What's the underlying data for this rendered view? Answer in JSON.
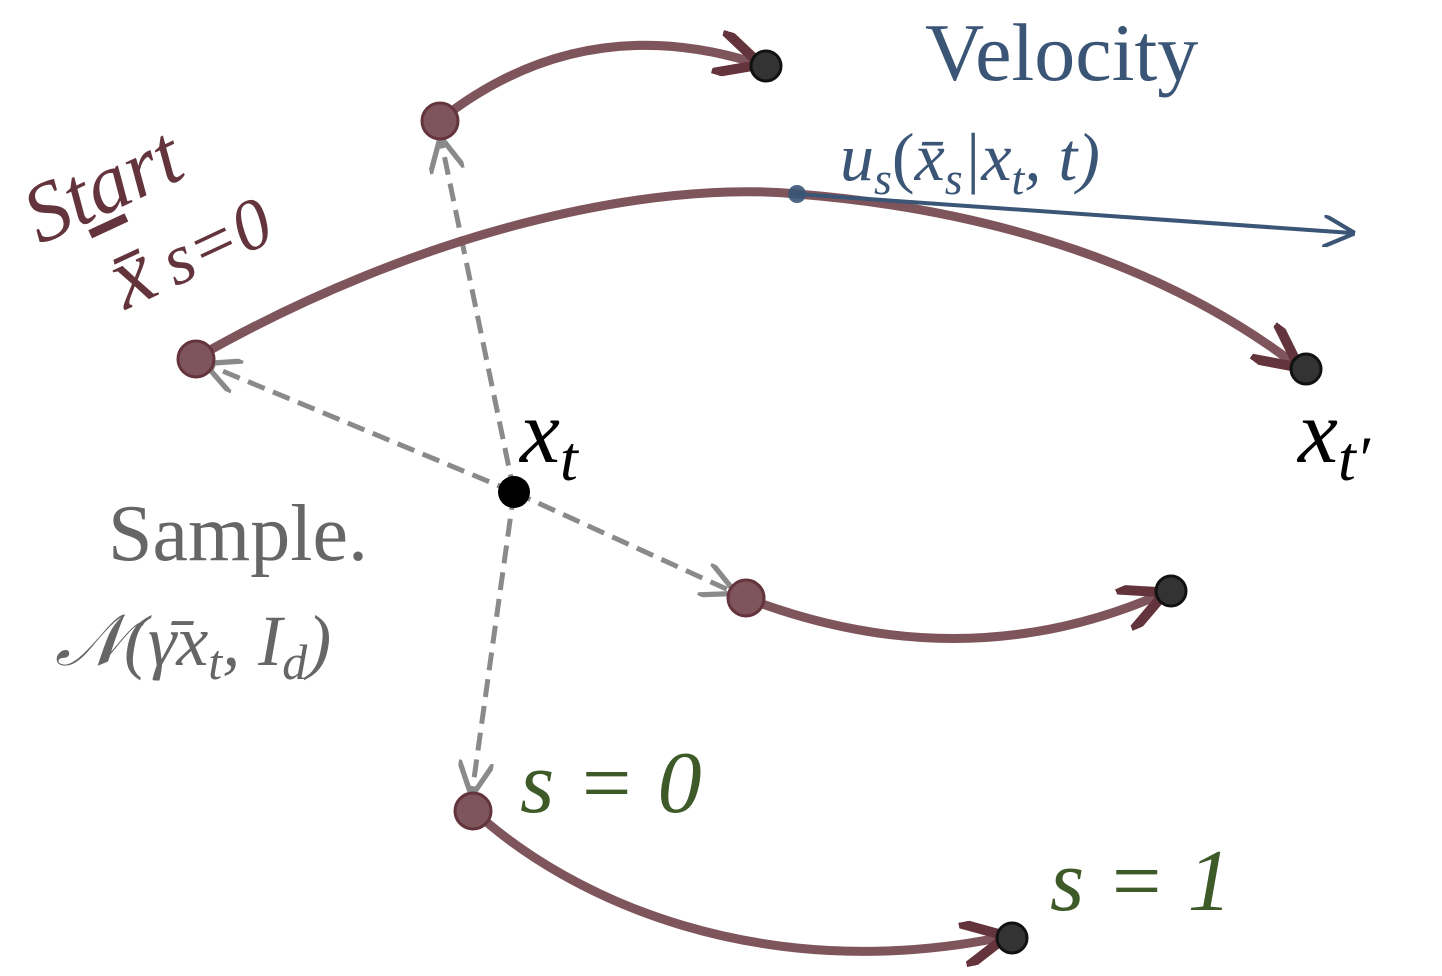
{
  "colors": {
    "start": "#64343c",
    "trajectory": "#7f555c",
    "velocity": "#3a5576",
    "sample": "#666666",
    "s_label": "#3d5a28",
    "endpoint": "#2a2a2a",
    "origin": "#000000"
  },
  "labels": {
    "start_word": "Start",
    "start_var": "x̄",
    "start_sub": "s=0",
    "velocity_word": "Velocity",
    "velocity_u": "u",
    "velocity_sub_s": "s",
    "velocity_args_open": "(",
    "velocity_xbar": "x̄",
    "velocity_sub_s2": "s",
    "velocity_bar": "|x",
    "velocity_sub_t": "t",
    "velocity_rest": ", t)",
    "xt_var": "x",
    "xt_sub": "t",
    "xtp_var": "x",
    "xtp_sub": "t′",
    "sample_word": "Sample.",
    "normal_N": "𝒩",
    "normal_open": "(γ̄x",
    "normal_sub_t": "t",
    "normal_mid": ", I",
    "normal_sub_d": "d",
    "normal_close": ")",
    "s0": "s = 0",
    "s1": "s = 1"
  }
}
